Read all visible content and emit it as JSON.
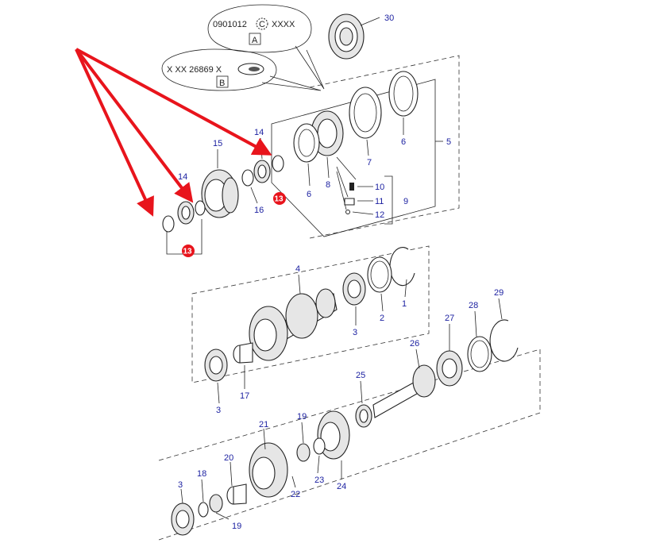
{
  "callout_a": {
    "code_left": "0901012",
    "code_symbol": "C",
    "code_right": "XXXX",
    "box_label": "A"
  },
  "callout_b": {
    "code": "X XX 26869  X",
    "box_label": "B"
  },
  "highlight": {
    "color": "#e8141c",
    "badge_label": "13"
  },
  "labels": {
    "p1": "1",
    "p2": "2",
    "p3a": "3",
    "p3b": "3",
    "p3c": "3",
    "p4": "4",
    "p5": "5",
    "p6a": "6",
    "p6b": "6",
    "p7": "7",
    "p8": "8",
    "p9": "9",
    "p10": "10",
    "p11": "11",
    "p12": "12",
    "p14a": "14",
    "p14b": "14",
    "p15": "15",
    "p16": "16",
    "p17": "17",
    "p18": "18",
    "p19a": "19",
    "p19b": "19",
    "p20": "20",
    "p21": "21",
    "p22": "22",
    "p23": "23",
    "p24": "24",
    "p25": "25",
    "p26": "26",
    "p27": "27",
    "p28": "28",
    "p29": "29",
    "p30": "30"
  },
  "colors": {
    "label": "#1a1fa0",
    "line": "#222222",
    "arrow": "#e8141c"
  }
}
